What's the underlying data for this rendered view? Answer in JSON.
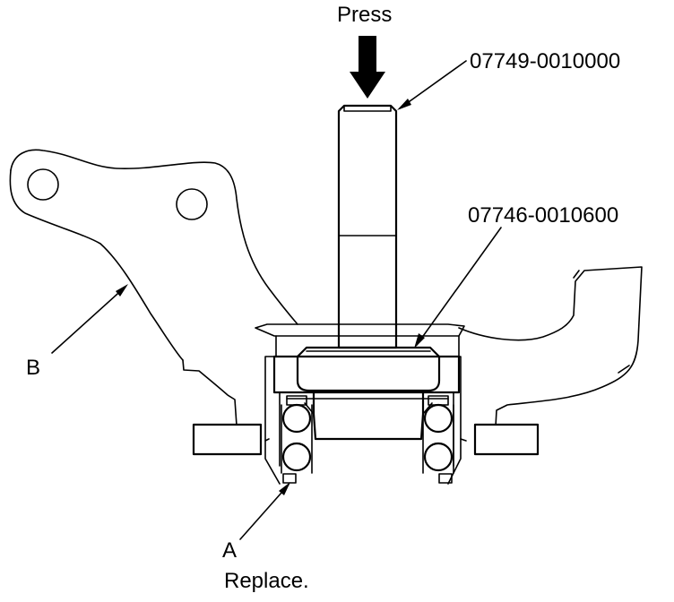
{
  "labels": {
    "press": "Press",
    "tool_driver": "07749-0010000",
    "tool_attachment": "07746-0010600",
    "label_b": "B",
    "label_a": "A",
    "replace": "Replace."
  },
  "colors": {
    "ink": "#000000",
    "paper": "#ffffff"
  }
}
